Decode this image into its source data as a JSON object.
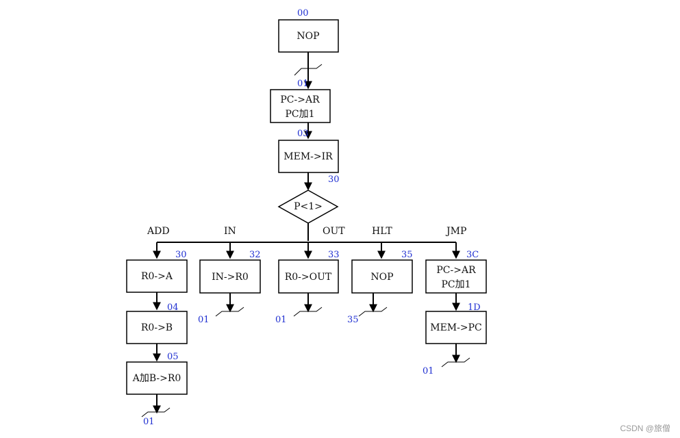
{
  "nodes": {
    "nop_top": {
      "addr": "00",
      "label": "NOP"
    },
    "fetch": {
      "addr": "01",
      "line1": "PC->AR",
      "line2": "PC加1"
    },
    "decode": {
      "addr": "03",
      "label": "MEM->IR",
      "next_addr": "30"
    },
    "branch": {
      "label": "P<1>"
    },
    "add_1": {
      "addr": "30",
      "label": "R0->A"
    },
    "add_2": {
      "addr": "04",
      "label": "R0->B"
    },
    "add_3": {
      "addr": "05",
      "label": "A加B->R0",
      "next": "01"
    },
    "in_1": {
      "addr": "32",
      "label": "IN->R0",
      "next": "01"
    },
    "out_1": {
      "addr": "33",
      "label": "R0->OUT",
      "next": "01"
    },
    "hlt_1": {
      "addr": "35",
      "label": "NOP",
      "next": "35"
    },
    "jmp_1": {
      "addr": "3C",
      "line1": "PC->AR",
      "line2": "PC加1"
    },
    "jmp_2": {
      "addr": "1D",
      "label": "MEM->PC",
      "next": "01"
    }
  },
  "branches": {
    "add": "ADD",
    "in": "IN",
    "out": "OUT",
    "hlt": "HLT",
    "jmp": "JMP"
  },
  "watermark": "CSDN @旅僧",
  "colors": {
    "address": "#1f2fd1",
    "line": "#000000"
  }
}
